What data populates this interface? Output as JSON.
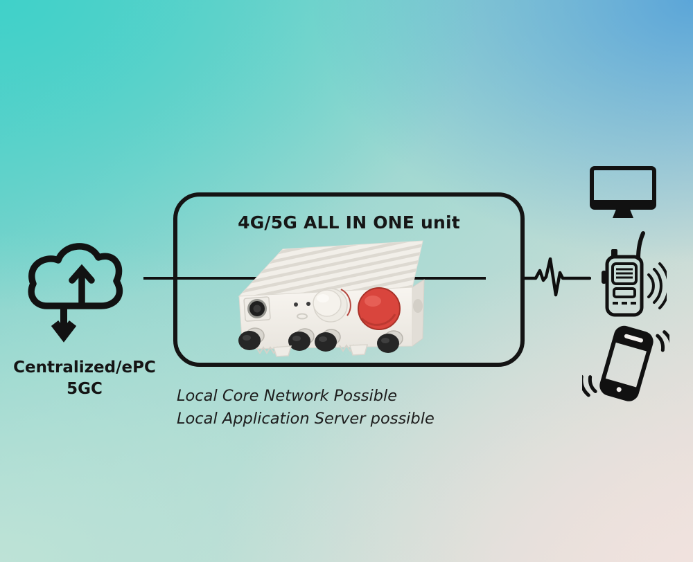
{
  "background": {
    "top_left": "#3ed1c9",
    "top_right": "#57a3d9",
    "bottom_left": "#bfe3d7",
    "bottom_right": "#f0e2de"
  },
  "cloud": {
    "icon": "cloud-transfer-icon",
    "label_line1": "Centralized/ePC",
    "label_line2": "5GC"
  },
  "unit_box": {
    "title": "4G/5G ALL IN ONE unit",
    "photo": "outdoor-radio-unit",
    "accent_red": "#d9453d"
  },
  "notes": {
    "line1": "Local Core Network Possible",
    "line2": "Local Application Server possible"
  },
  "endpoints": {
    "monitor_icon": "desktop-monitor",
    "radio_icon": "walkie-talkie",
    "phone_icon": "smartphone",
    "pulse_icon": "heartbeat-signal"
  },
  "line_color": "#101010"
}
